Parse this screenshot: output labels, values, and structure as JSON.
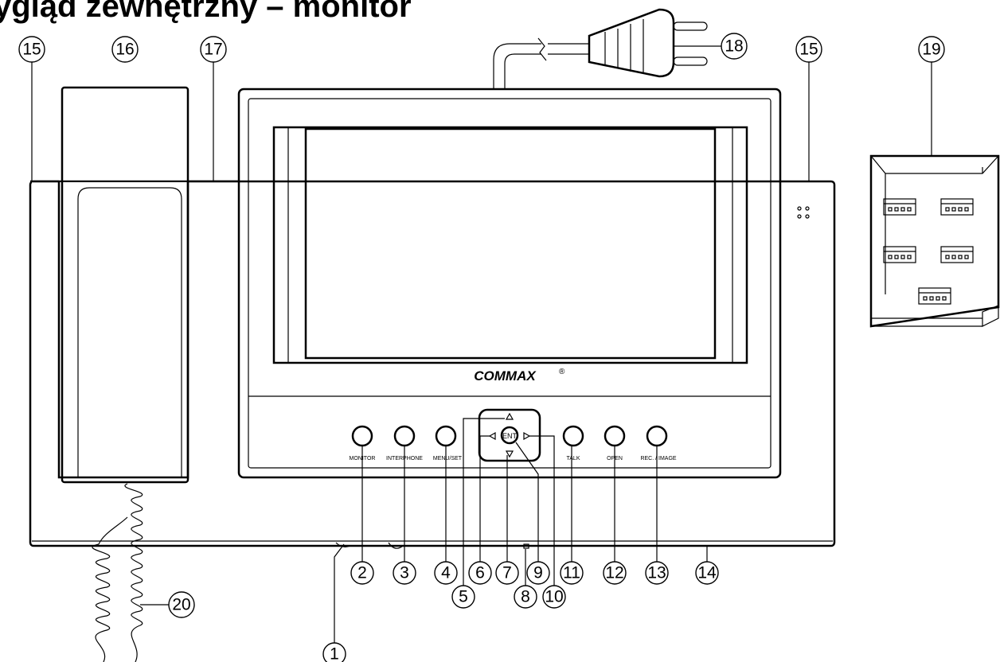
{
  "title": "ygląd zewnętrzny – monitor",
  "brand": "COMMAX",
  "brand_mark": "®",
  "button_labels": {
    "monitor": "MONITOR",
    "interphone": "INTERPHONE",
    "menu_set": "MENU/SET",
    "ent": "ENT",
    "talk": "TALK",
    "open": "OPEN",
    "rec_image": "REC. / IMAGE"
  },
  "callouts": [
    "1",
    "2",
    "3",
    "4",
    "5",
    "6",
    "7",
    "8",
    "9",
    "10",
    "11",
    "12",
    "13",
    "14",
    "15",
    "16",
    "17",
    "18",
    "19",
    "20"
  ]
}
